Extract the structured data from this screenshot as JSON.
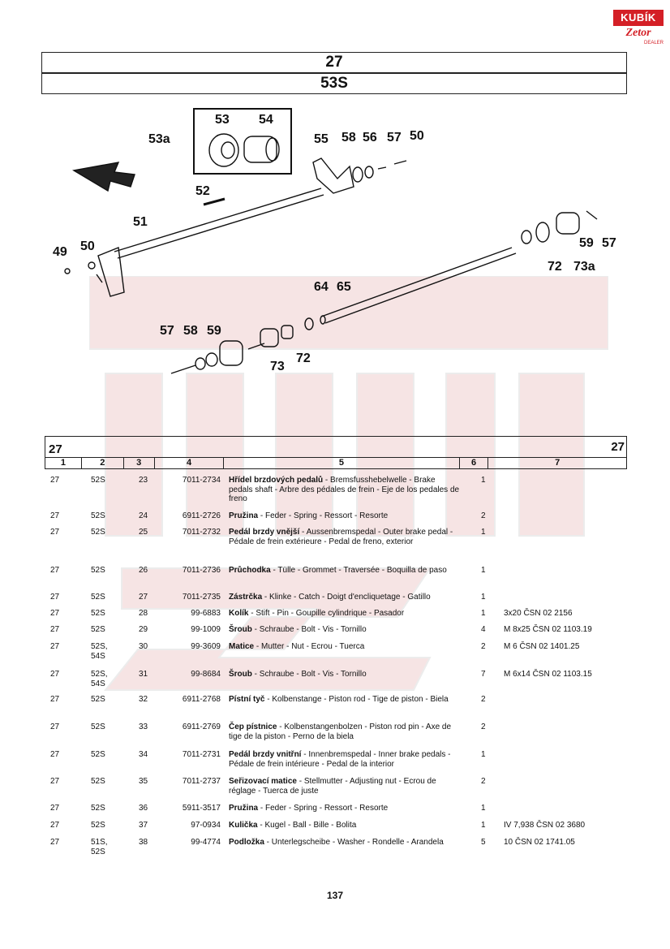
{
  "logo": {
    "brand": "KUBÍK",
    "sub": "Zetor",
    "tag": "DEALER"
  },
  "header": {
    "group": "27",
    "section": "53S"
  },
  "diagram": {
    "labels": [
      "53a",
      "53",
      "54",
      "55",
      "58",
      "56",
      "57",
      "50",
      "52",
      "51",
      "49",
      "50",
      "59",
      "57",
      "72",
      "73a",
      "64",
      "65",
      "57",
      "58",
      "59",
      "73",
      "72"
    ]
  },
  "table": {
    "group_left": "27",
    "group_right": "27",
    "columns": [
      "1",
      "2",
      "3",
      "4",
      "5",
      "6",
      "7"
    ],
    "rows": [
      {
        "c1": "27",
        "c2": "52S",
        "c3": "23",
        "c4": "7011-2734",
        "name": "Hřídel brzdových pedalů",
        "desc": " - Bremsfusshebelwelle - Brake pedals shaft - Arbre des pédales de frein - Eje de los pedales de freno",
        "c6": "1",
        "c7": ""
      },
      {
        "c1": "27",
        "c2": "52S",
        "c3": "24",
        "c4": "6911-2726",
        "name": "Pružina",
        "desc": " - Feder - Spring - Ressort - Resorte",
        "c6": "2",
        "c7": ""
      },
      {
        "c1": "27",
        "c2": "52S",
        "c3": "25",
        "c4": "7011-2732",
        "name": "Pedál brzdy vnější",
        "desc": " - Aussenbremspedal - Outer brake pedal - Pédale de frein extérieure - Pedal de freno, exterior",
        "c6": "1",
        "c7": ""
      },
      {
        "c1": "27",
        "c2": "52S",
        "c3": "26",
        "c4": "7011-2736",
        "name": "Průchodka",
        "desc": " - Tülle - Grommet - Traversée - Boquilla de paso",
        "c6": "1",
        "c7": ""
      },
      {
        "c1": "27",
        "c2": "52S",
        "c3": "27",
        "c4": "7011-2735",
        "name": "Zástrčka",
        "desc": " - Klinke - Catch - Doigt d'encliquetage - Gatillo",
        "c6": "1",
        "c7": ""
      },
      {
        "c1": "27",
        "c2": "52S",
        "c3": "28",
        "c4": "99-6883",
        "name": "Kolík",
        "desc": " - Stift - Pin - Goupille cylindrique - Pasador",
        "c6": "1",
        "c7": "3x20 ČSN 02 2156"
      },
      {
        "c1": "27",
        "c2": "52S",
        "c3": "29",
        "c4": "99-1009",
        "name": "Šroub",
        "desc": " - Schraube - Bolt - Vis - Tornillo",
        "c6": "4",
        "c7": "M 8x25 ČSN 02 1103.19"
      },
      {
        "c1": "27",
        "c2": "52S, 54S",
        "c3": "30",
        "c4": "99-3609",
        "name": "Matice",
        "desc": " - Mutter - Nut - Ecrou - Tuerca",
        "c6": "2",
        "c7": "M 6 ČSN 02 1401.25"
      },
      {
        "c1": "27",
        "c2": "52S, 54S",
        "c3": "31",
        "c4": "99-8684",
        "name": "Šroub",
        "desc": " - Schraube - Bolt - Vis - Tornillo",
        "c6": "7",
        "c7": "M 6x14 ČSN 02 1103.15"
      },
      {
        "c1": "27",
        "c2": "52S",
        "c3": "32",
        "c4": "6911-2768",
        "name": "Pístní tyč",
        "desc": " - Kolbenstange - Piston rod - Tige de piston - Biela",
        "c6": "2",
        "c7": ""
      },
      {
        "c1": "27",
        "c2": "52S",
        "c3": "33",
        "c4": "6911-2769",
        "name": "Čep pístnice",
        "desc": " - Kolbenstangenbolzen - Piston rod pin - Axe de tige de la piston - Perno de la biela",
        "c6": "2",
        "c7": ""
      },
      {
        "c1": "27",
        "c2": "52S",
        "c3": "34",
        "c4": "7011-2731",
        "name": "Pedál brzdy vnitřní",
        "desc": " - Innenbremspedal - Inner brake pedals - Pédale de frein intérieure - Pedal de la interior",
        "c6": "1",
        "c7": ""
      },
      {
        "c1": "27",
        "c2": "52S",
        "c3": "35",
        "c4": "7011-2737",
        "name": "Seřizovací matice",
        "desc": " - Stellmutter - Adjusting nut - Ecrou de réglage - Tuerca de juste",
        "c6": "2",
        "c7": ""
      },
      {
        "c1": "27",
        "c2": "52S",
        "c3": "36",
        "c4": "5911-3517",
        "name": "Pružina",
        "desc": " - Feder - Spring - Ressort - Resorte",
        "c6": "1",
        "c7": ""
      },
      {
        "c1": "27",
        "c2": "52S",
        "c3": "37",
        "c4": "97-0934",
        "name": "Kulička",
        "desc": " - Kugel - Ball - Bille - Bolita",
        "c6": "1",
        "c7": "IV 7,938 ČSN 02 3680"
      },
      {
        "c1": "27",
        "c2": "51S, 52S",
        "c3": "38",
        "c4": "99-4774",
        "name": "Podložka",
        "desc": " - Unterlegscheibe - Washer - Rondelle - Arandela",
        "c6": "5",
        "c7": "10 ČSN 02 1741.05"
      }
    ]
  },
  "page_number": "137"
}
